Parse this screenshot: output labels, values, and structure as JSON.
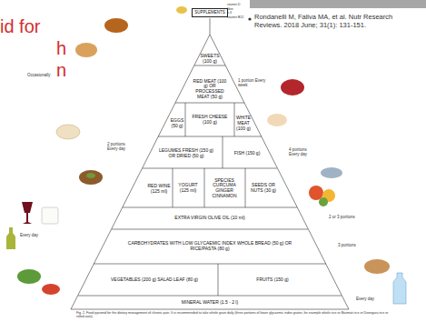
{
  "diagram": {
    "caption": "Fig. 2. Food pyramid for the dietary management of chronic pain. It is recommended to take whole grain daily (three portions of lower glycaemic index grains, for example whole rice or Basmati rice or Doongara rice or rolled oats).",
    "nodes": [
      {
        "text": [
          "SUPPLEMENTS"
        ]
      },
      {
        "text": [
          "SWEETS (100 g)"
        ]
      },
      {
        "text": [
          "RED MEAT (100 g) OR PROCESSED MEAT (50 g)"
        ]
      },
      {
        "text": [
          "EGGS (50 g)"
        ]
      },
      {
        "text": [
          "FRESH CHEESE (100 g)"
        ]
      },
      {
        "text": [
          "WHITE MEAT (100 g)"
        ]
      },
      {
        "text": [
          "LEGUMES FRESH (150 g) OR DRIED (50 g)"
        ]
      },
      {
        "text": [
          "FISH (150 g)"
        ]
      },
      {
        "text": [
          "RED WINE (125 ml)"
        ]
      },
      {
        "text": [
          "YOGURT (125 ml)"
        ]
      },
      {
        "text": [
          "SPECIES CURCUMA GINGER CINNAMON"
        ]
      },
      {
        "text": [
          "SEEDS OR NUTS (30 g)"
        ]
      },
      {
        "text": [
          "EXTRA VIRGIN OLIVE OIL (10 ml)"
        ]
      },
      {
        "text": [
          "CARBOHYDRATES WITH LOW GLYCAEMIC INDEX WHOLE BREAD (50 g) OR RICE/PASTA (80 g)"
        ]
      },
      {
        "text": [
          "VEGETABLES (200 g) SALAD LEAF (80 g)"
        ]
      },
      {
        "text": [
          "FRUITS (150 g)"
        ]
      },
      {
        "text": [
          "MINERAL WATER (1.5 - 2 l)"
        ]
      }
    ],
    "labels": [
      "id for",
      "h",
      "n",
      "Rondanelli M, Faliva MA, et al. Nutr Research Reviews. 2018 June; 31(1): 131-151.",
      "vitamin D",
      "fibre",
      "n-3",
      "vitamin B12",
      "Occasionally",
      "1 portion Every week",
      "2 portions Every day",
      "4 portions Every day",
      "2 or 3 portions",
      "3 portions",
      "Every day",
      "Every day"
    ]
  }
}
